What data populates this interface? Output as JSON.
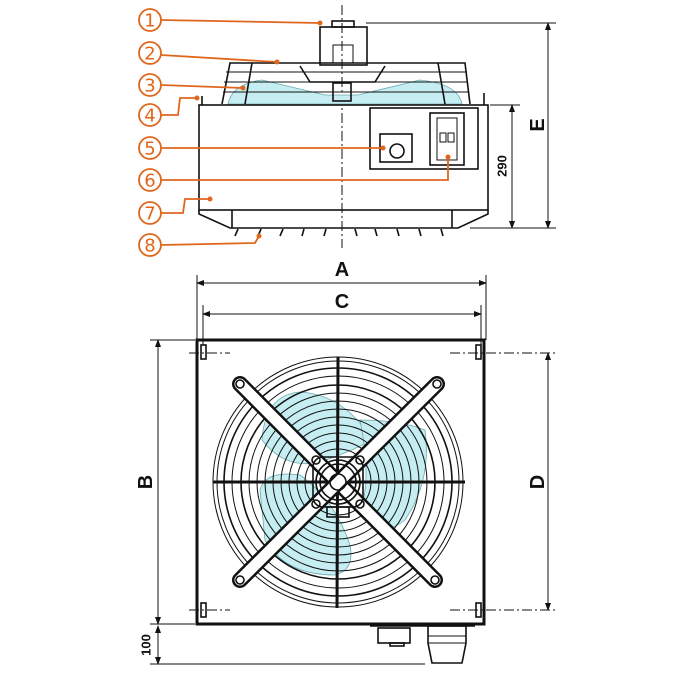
{
  "callouts": [
    "1",
    "2",
    "3",
    "4",
    "5",
    "6",
    "7",
    "8"
  ],
  "dimensions": {
    "A": "A",
    "B": "B",
    "C": "C",
    "D": "D",
    "E": "E",
    "height_290": "290",
    "offset_100": "100"
  },
  "colors": {
    "callout": "#e0661c",
    "blade": "#c6eef2",
    "line": "#111111"
  }
}
